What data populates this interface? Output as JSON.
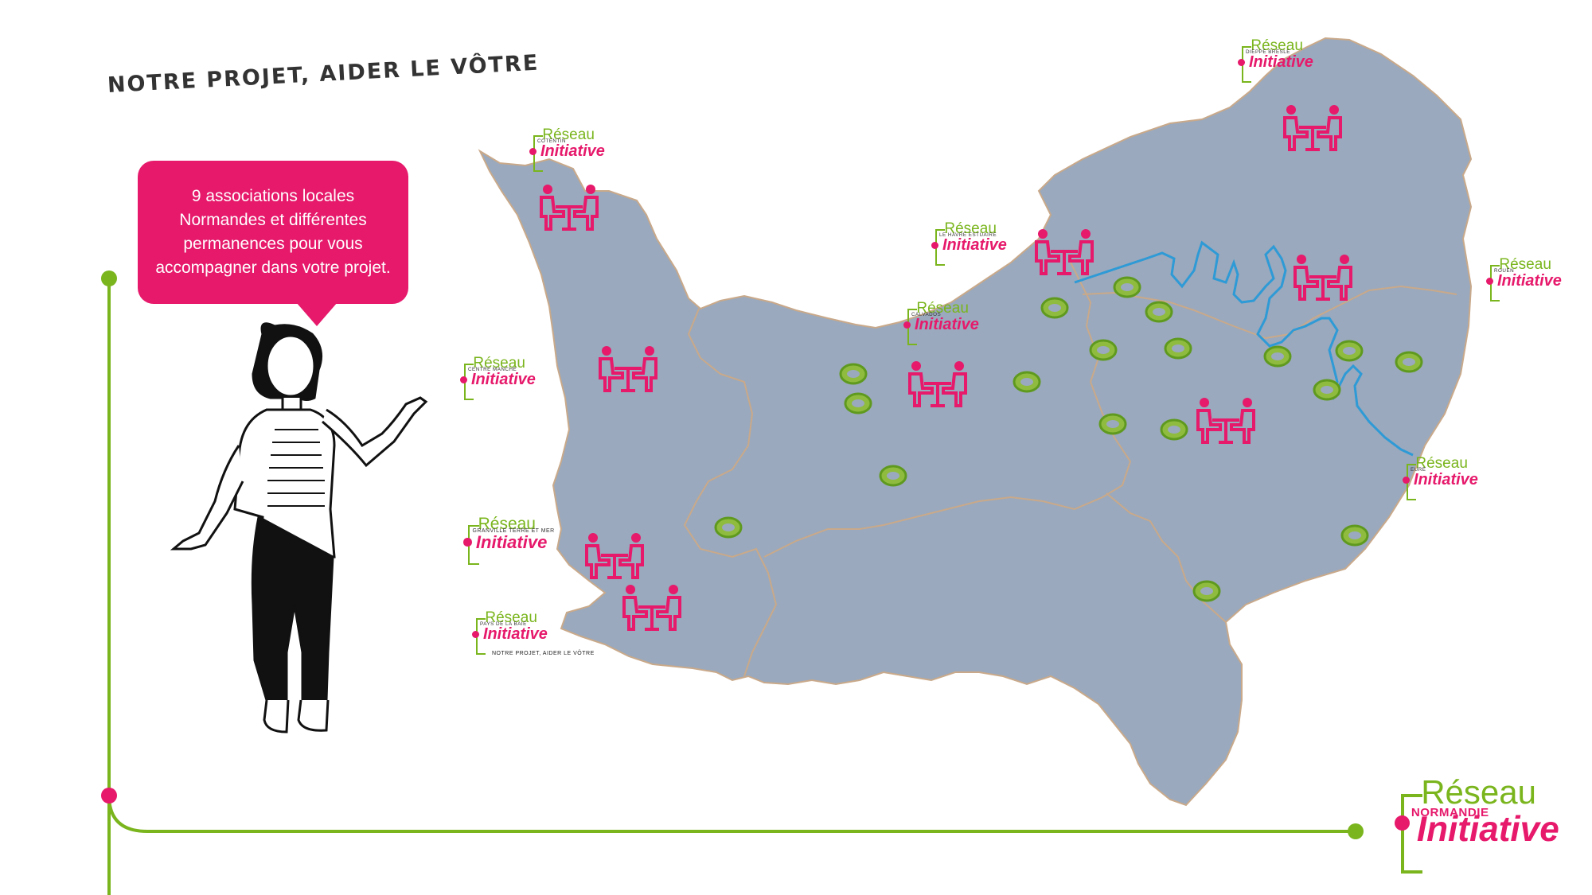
{
  "tagline": "NOTRE PROJET, AIDER LE VÔTRE",
  "bubble_text": "9 associations locales Normandes et différentes permanences  pour vous accompagner dans votre projet.",
  "colors": {
    "map_fill": "#9aa9bd",
    "border": "#c9a98a",
    "river": "#2e9ad6",
    "pink": "#e6196b",
    "green": "#7ab51d"
  },
  "icons": {
    "office": "meeting-table-icon",
    "permanence": "green-ring-marker-icon"
  },
  "logos": [
    {
      "reseau": "Réseau",
      "initiative": "Initiative",
      "sub": "COTENTIN"
    },
    {
      "reseau": "Réseau",
      "initiative": "Initiative",
      "sub": "DIEPPE BRESLE"
    },
    {
      "reseau": "Réseau",
      "initiative": "Initiative",
      "sub": "LE HAVRE ESTUAIRE"
    },
    {
      "reseau": "Réseau",
      "initiative": "Initiative",
      "sub": "CALVADOS"
    },
    {
      "reseau": "Réseau",
      "initiative": "Initiative",
      "sub": "ROUEN"
    },
    {
      "reseau": "Réseau",
      "initiative": "Initiative",
      "sub": "CENTRE MANCHE"
    },
    {
      "reseau": "Réseau",
      "initiative": "Initiative",
      "sub": "EURE"
    },
    {
      "reseau": "Réseau",
      "initiative": "Initiative",
      "sub": "GRANVILLE TERRE ET MER"
    },
    {
      "reseau": "Réseau",
      "initiative": "Initiative",
      "sub": "PAYS DE LA BAIE"
    }
  ],
  "small_tagline": "NOTRE PROJET, AIDER LE VÔTRE",
  "main_logo": {
    "reseau": "Réseau",
    "initiative": "Initiative",
    "sub": "NORMANDIE"
  }
}
